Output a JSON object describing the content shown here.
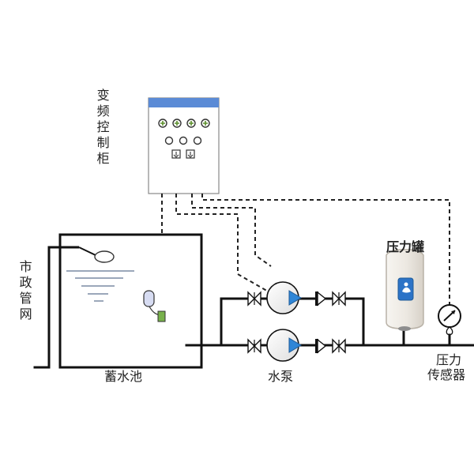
{
  "labels": {
    "control_cabinet": "变频控制柜",
    "municipal_network": "市政管网",
    "storage_tank": "蓄水池",
    "water_pump": "水泵",
    "pressure_tank": "压力罐",
    "pressure_sensor_line1": "压力",
    "pressure_sensor_line2": "传感器"
  },
  "colors": {
    "pipe": "#111111",
    "signal_line": "#222222",
    "cabinet_header": "#5b8bd6",
    "pump_triangle": "#2f86d7",
    "tank_fill": "#ece9e3",
    "tank_badge": "#2c73c7",
    "water_lines": "#7a8aa3",
    "float": "#d7dcf2",
    "sensor_bulb": "#d7dcf2",
    "sensor_tip": "#78b14b"
  },
  "icons": {
    "cabinet": "control-cabinet-icon",
    "pump": "water-pump-icon",
    "valve": "gate-valve-icon",
    "check_valve": "check-valve-icon",
    "pressure_tank": "pressure-tank-icon",
    "pressure_gauge": "pressure-gauge-icon",
    "float_valve": "float-valve-icon",
    "level_sensor": "level-sensor-icon"
  }
}
